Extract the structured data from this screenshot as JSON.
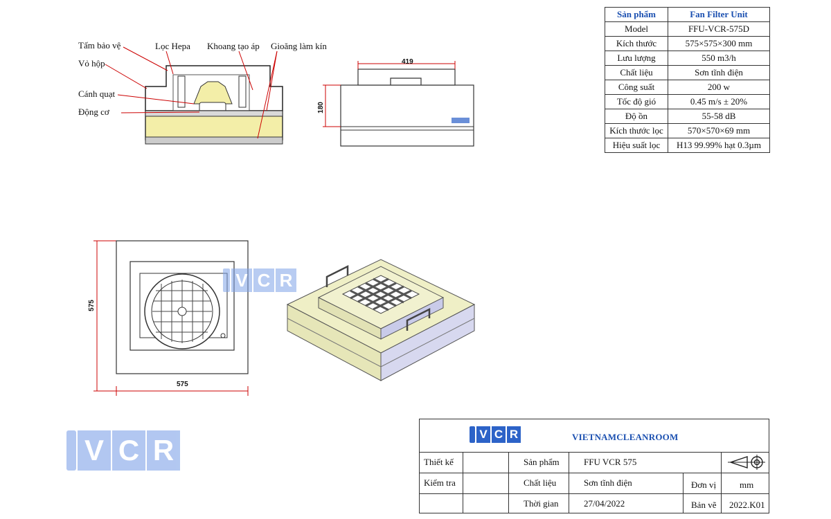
{
  "callouts": {
    "tam_bao_ve": "Tấm bảo vệ",
    "vo_hop": "Vỏ hộp",
    "canh_quat": "Cánh quạt",
    "dong_co": "Động cơ",
    "loc_hepa": "Lọc Hepa",
    "khoang_tao_ap": "Khoang tạo áp",
    "gioang_lam_kin": "Gioăng làm kín"
  },
  "dimensions": {
    "top_width": "419",
    "side_height": "180",
    "front_height": "575",
    "front_width": "575"
  },
  "logo": {
    "letters": [
      "V",
      "C",
      "R"
    ]
  },
  "spec": {
    "header_key": "Sản phẩm",
    "header_value": "Fan Filter Unit",
    "rows": [
      {
        "k": "Model",
        "v": "FFU-VCR-575D"
      },
      {
        "k": "Kích thước",
        "v": "575×575×300 mm"
      },
      {
        "k": "Lưu lượng",
        "v": "550 m3/h"
      },
      {
        "k": "Chất liệu",
        "v": "Sơn tĩnh điện"
      },
      {
        "k": "Công suất",
        "v": "200 w"
      },
      {
        "k": "Tốc độ gió",
        "v": "0.45 m/s ± 20%"
      },
      {
        "k": "Độ ồn",
        "v": "55-58 dB"
      },
      {
        "k": "Kích thước lọc",
        "v": "570×570×69 mm"
      },
      {
        "k": "Hiệu suất lọc",
        "v": "H13 99.99% hạt 0.3µm"
      }
    ]
  },
  "title_block": {
    "company": "VIETNAMCLEANROOM",
    "thiet_ke": "Thiết kế",
    "kiem_tra": "Kiểm tra",
    "san_pham_label": "Sản phẩm",
    "san_pham_value": "FFU VCR 575",
    "chat_lieu_label": "Chất liệu",
    "chat_lieu_value": "Sơn tĩnh điện",
    "thoi_gian_label": "Thời gian",
    "thoi_gian_value": "27/04/2022",
    "don_vi_label": "Đơn vị",
    "don_vi_value": "mm",
    "ban_ve_label": "Bản vẽ",
    "ban_ve_value": "2022.K01"
  },
  "colors": {
    "accent_blue": "#1a4fb0",
    "filter_yellow": "#f3eea8",
    "body_cream": "#efefc6",
    "top_lavender": "#d6d7f0",
    "dim_red": "#c00000"
  }
}
